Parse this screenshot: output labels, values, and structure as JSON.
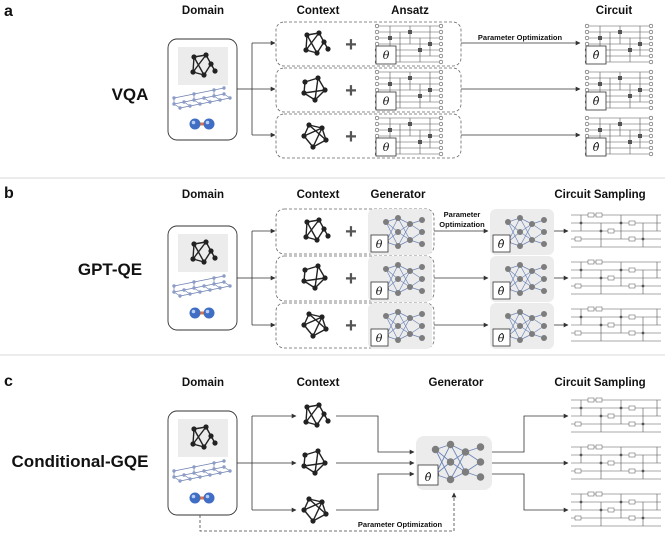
{
  "panels": [
    {
      "letter": "a",
      "method": "VQA",
      "col_domain": "Domain",
      "col_context": "Context",
      "col_model": "Ansatz",
      "col_output": "Circuit",
      "opt_label": "Parameter Optimization"
    },
    {
      "letter": "b",
      "method": "GPT-QE",
      "col_domain": "Domain",
      "col_context": "Context",
      "col_model": "Generator",
      "col_output": "Circuit Sampling",
      "opt_label_1": "Parameter",
      "opt_label_2": "Optimization"
    },
    {
      "letter": "c",
      "method": "Conditional-GQE",
      "col_domain": "Domain",
      "col_context": "Context",
      "col_model": "Generator",
      "col_output": "Circuit Sampling",
      "opt_label": "Parameter Optimization"
    }
  ],
  "symbols": {
    "theta": "θ",
    "theta_hat": "θ̂",
    "plus": "+"
  },
  "icons": {
    "graph": "graph-icon",
    "lattice": "lattice-icon",
    "molecule": "molecule-icon",
    "network": "neural-network-icon",
    "circuit": "quantum-circuit-icon"
  },
  "colors": {
    "generator_bg": "#ececec",
    "network_edges": "#6d86b8",
    "molecule_blue": "#3f6ec4",
    "molecule_orange": "#e8733a"
  }
}
